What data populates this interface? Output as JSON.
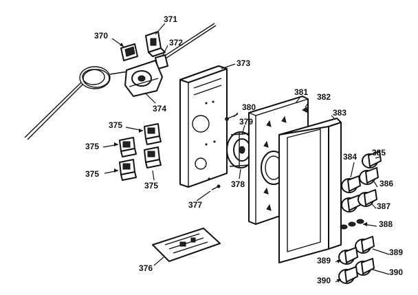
{
  "labels": {
    "p370": "370",
    "p371": "371",
    "p372": "372",
    "p373": "373",
    "p374": "374",
    "p375a": "375",
    "p375b": "375",
    "p375c": "375",
    "p375d": "375",
    "p376": "376",
    "p377": "377",
    "p378": "378",
    "p379": "379",
    "p380": "380",
    "p381": "381",
    "p382": "382",
    "p383": "383",
    "p384": "384",
    "p385": "385",
    "p386": "386",
    "p387": "387",
    "p388": "388",
    "p389a": "389",
    "p389b": "389",
    "p390a": "390",
    "p390b": "390"
  }
}
